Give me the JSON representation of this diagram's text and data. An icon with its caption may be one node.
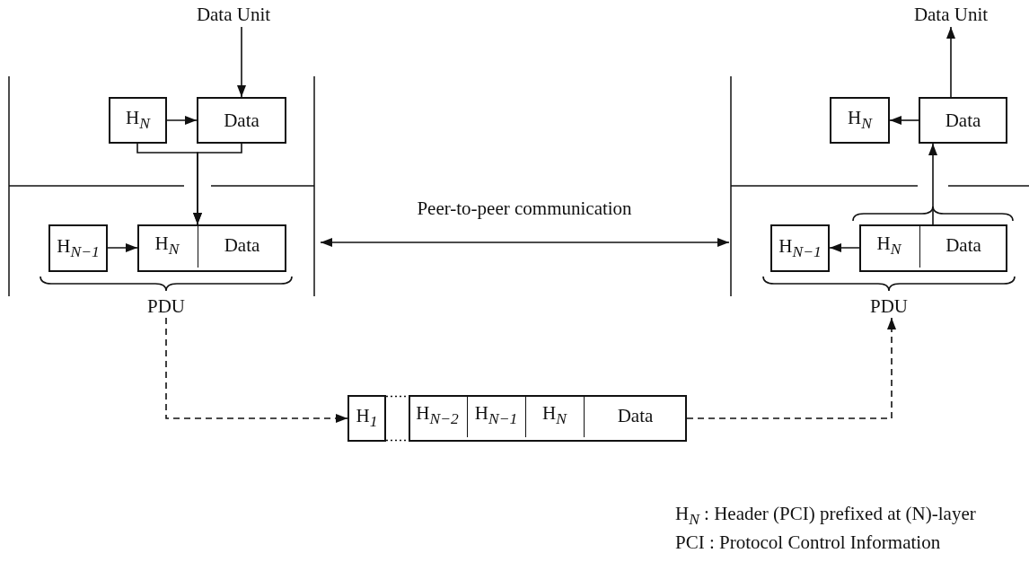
{
  "diagram": {
    "nodes": [
      {
        "text": [
          "Data Unit"
        ]
      },
      {
        "text": [
          "H$_{N}$"
        ]
      },
      {
        "text": [
          "Data"
        ]
      },
      {
        "text": [
          "H$_{N−1}$"
        ]
      },
      {
        "text": [],
        "shape": "box"
      },
      {
        "text": [
          "H$_{N}$"
        ],
        "in": 4
      },
      {
        "text": [
          "Data"
        ],
        "in": 4
      },
      {
        "text": [
          "PDU"
        ]
      },
      {
        "text": [
          "Data Unit"
        ]
      },
      {
        "text": [
          "H$_{N}$"
        ]
      },
      {
        "text": [
          "Data"
        ]
      },
      {
        "text": [
          "H$_{N−1}$"
        ]
      },
      {
        "text": [],
        "shape": "box"
      },
      {
        "text": [
          "H$_{N}$"
        ],
        "in": 12
      },
      {
        "text": [
          "Data"
        ],
        "in": 12
      },
      {
        "text": [
          "PDU"
        ]
      },
      {
        "text": [
          "H$_{1}$"
        ]
      },
      {
        "text": [],
        "shape": "box"
      },
      {
        "text": [
          "H$_{N−2}$"
        ],
        "in": 17
      },
      {
        "text": [
          "H$_{N−1}$"
        ],
        "in": 17
      },
      {
        "text": [
          "H$_{N}$"
        ],
        "in": 17
      },
      {
        "text": [
          "Data"
        ],
        "in": 17
      }
    ],
    "edges": [
      {
        "from": 0,
        "to": 2,
        "arrow": "to"
      },
      {
        "from": 1,
        "to": 2,
        "arrow": "to"
      },
      {
        "from": 1,
        "to": 4,
        "arrow": "to"
      },
      {
        "from": 2,
        "to": 4,
        "arrow": "to"
      },
      {
        "from": 3,
        "to": 4,
        "arrow": "to"
      },
      {
        "from": 10,
        "to": 8,
        "arrow": "to"
      },
      {
        "from": 10,
        "to": 9,
        "arrow": "to"
      },
      {
        "from": 12,
        "to": 10,
        "arrow": "to"
      },
      {
        "from": 13,
        "to": 11,
        "arrow": "to"
      },
      {
        "from": 7,
        "to": 16,
        "arrow": "to",
        "style": "dashed"
      },
      {
        "from": 17,
        "to": 15,
        "arrow": "to",
        "style": "dashed"
      },
      {
        "from": 16,
        "to": 17,
        "arrow": "none",
        "style": "dashed"
      },
      {
        "from": 16,
        "to": 17,
        "arrow": "none",
        "style": "dashed"
      }
    ],
    "labels": [
      "Peer-to-peer communication",
      "H$_{N}$ : Header (PCI) prefixed at (N)-layer",
      "PCI : Protocol Control Information"
    ]
  }
}
